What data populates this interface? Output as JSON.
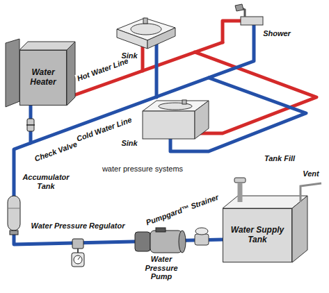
{
  "diagram": {
    "nodes": [
      {
        "text": [
          "Water Heater"
        ]
      },
      {
        "text": [
          "Water Supply Tank"
        ]
      }
    ],
    "edges": [
      {
        "from": 1,
        "to": 0,
        "arrow": "none"
      }
    ],
    "labels": [
      "Hot Water Line",
      "Sink",
      "Shower",
      "Check Valve",
      "Cold Water Line",
      "Sink",
      "Tank Fill",
      "Vent",
      "water pressure systems",
      "Accumulator Tank",
      "Pumpgard™ Strainer",
      "Water Pressure Regulator",
      "Water Pressure Pump"
    ]
  }
}
